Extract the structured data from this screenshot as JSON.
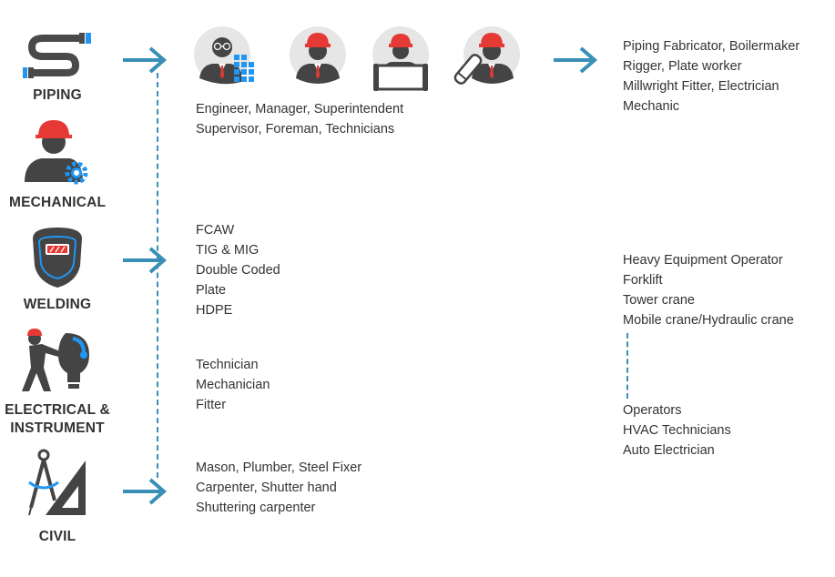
{
  "colors": {
    "accent_blue": "#3a8fb7",
    "icon_dark": "#444444",
    "helmet_red": "#e53935",
    "icon_light_blue": "#2196f3",
    "circle_bg": "#e6e6e6",
    "text": "#333333"
  },
  "categories": [
    {
      "label": "PIPING",
      "icon": "pipe-icon"
    },
    {
      "label": "MECHANICAL",
      "icon": "mechanical-worker-icon"
    },
    {
      "label": "WELDING",
      "icon": "welding-mask-icon"
    },
    {
      "label": "ELECTRICAL &",
      "label2": "INSTRUMENT",
      "icon": "electrician-icon"
    },
    {
      "label": "CIVIL",
      "icon": "compass-triangle-icon"
    }
  ],
  "personnel_icons": [
    "engineer-icon",
    "manager-icon",
    "supervisor-blueprint-icon",
    "foreman-roll-icon"
  ],
  "roles": {
    "management": [
      "Engineer, Manager, Superintendent",
      "Supervisor, Foreman, Technicians"
    ],
    "welding": [
      "FCAW",
      "TIG & MIG",
      "Double Coded",
      "Plate",
      "HDPE"
    ],
    "electrical": [
      "Technician",
      "Mechanician",
      "Fitter"
    ],
    "civil": [
      "Mason, Plumber, Steel Fixer",
      "Carpenter, Shutter hand",
      "Shuttering carpenter"
    ],
    "trades": [
      "Piping Fabricator, Boilermaker",
      "Rigger, Plate worker",
      "Millwright Fitter, Electrician",
      "Mechanic"
    ],
    "equipment": [
      "Heavy Equipment Operator",
      "Forklift",
      "Tower crane",
      "Mobile crane/Hydraulic crane"
    ],
    "operators": [
      "Operators",
      "HVAC Technicians",
      "Auto Electrician"
    ]
  }
}
